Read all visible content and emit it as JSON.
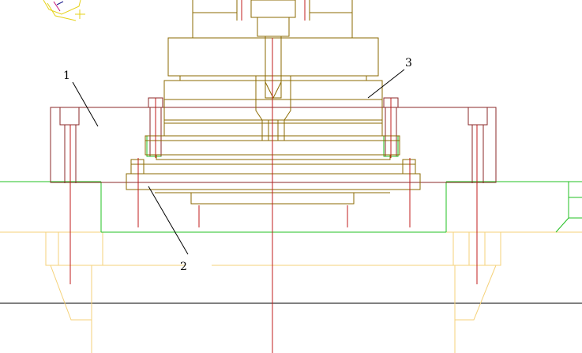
{
  "drawing": {
    "background": "#ffffff",
    "colors": {
      "flange_plate": "#8b2a2a",
      "cylinder_assembly": "#8b6a00",
      "base_outline": "#22c022",
      "lower_frame": "#f5d27a",
      "center_axis": "#c01c1c",
      "leader_lines": "#000000",
      "floor_line": "#000000",
      "corner_marker": "#e6d21a",
      "corner_marker_accent": "#c8147a"
    },
    "callouts": [
      {
        "label": "1",
        "part": "flange-plate"
      },
      {
        "label": "2",
        "part": "ring-plate"
      },
      {
        "label": "3",
        "part": "cylinder-block"
      }
    ]
  }
}
